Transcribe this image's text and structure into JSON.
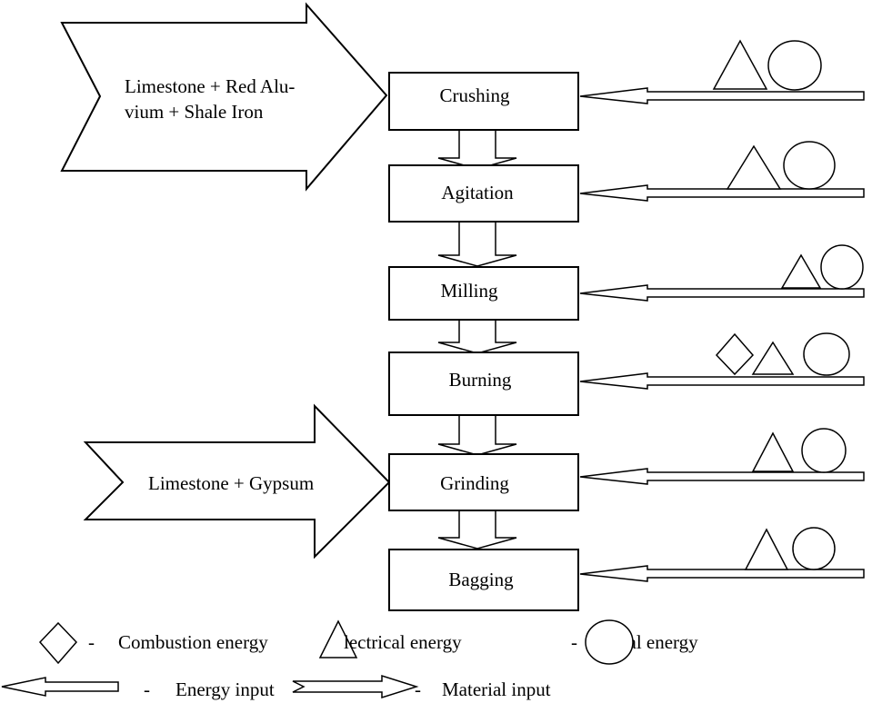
{
  "process_steps": [
    {
      "label": "Crushing",
      "energy": [
        "triangle",
        "circle"
      ]
    },
    {
      "label": "Agitation",
      "energy": [
        "triangle",
        "circle"
      ]
    },
    {
      "label": "Milling",
      "energy": [
        "triangle",
        "circle"
      ]
    },
    {
      "label": "Burning",
      "energy": [
        "diamond",
        "triangle",
        "circle"
      ]
    },
    {
      "label": "Grinding",
      "energy": [
        "triangle",
        "circle"
      ]
    },
    {
      "label": "Bagging",
      "energy": [
        "triangle",
        "circle"
      ]
    }
  ],
  "material_inputs": [
    {
      "line1": "Limestone  +  Red  Alu-",
      "line2": "vium + Shale Iron",
      "target": "Crushing"
    },
    {
      "line1": "Limestone + Gypsum",
      "line2": "",
      "target": "Grinding"
    }
  ],
  "legend": {
    "combustion": "Combustion energy",
    "electrical": "lectrical energy",
    "dual": "ual energy",
    "energy_input": "Energy input",
    "material_input": "Material input",
    "dash": "-"
  },
  "colors": {
    "stroke": "#000000",
    "fill": "#ffffff"
  }
}
